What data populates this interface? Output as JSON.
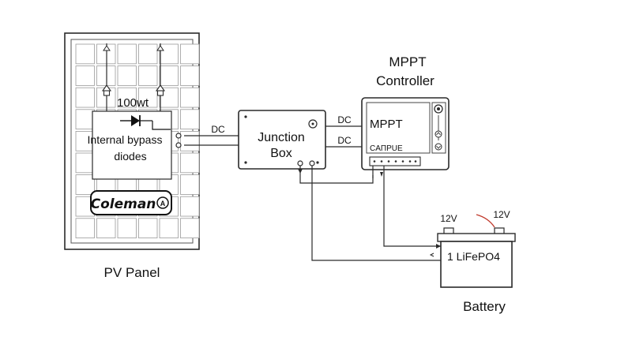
{
  "panel": {
    "rating_label": "100wt",
    "diode_label_line1": "Internal bypass",
    "diode_label_line2": "diodes",
    "brand_logo": "Coleman",
    "caption": "PV Panel"
  },
  "junction_box": {
    "label_line1": "Junction",
    "label_line2": "Box"
  },
  "controller": {
    "title_line1": "MPPT",
    "title_line2": "Controller",
    "display_label": "MPPT",
    "sub_label": "CAПPUE"
  },
  "battery": {
    "terminal_left_label": "12V",
    "terminal_right_label": "12V",
    "cell_label": "1  LiFePO4",
    "caption": "Battery"
  },
  "wires": {
    "panel_to_box_label": "DC",
    "box_to_controller_top_label": "DC",
    "box_to_controller_bottom_label": "DC"
  },
  "colors": {
    "line": "#2a2a2a",
    "positive_lead": "#c0392b",
    "background": "#ffffff"
  }
}
